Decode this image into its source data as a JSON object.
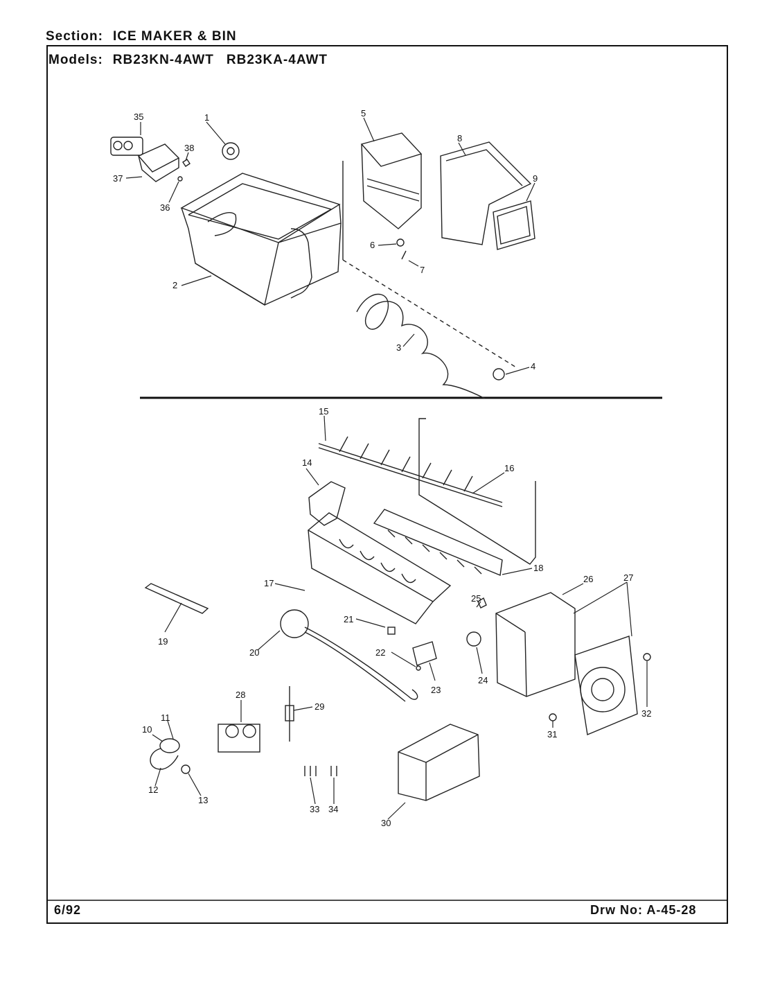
{
  "header": {
    "section_label": "Section:",
    "section_value": "ICE MAKER & BIN",
    "models_label": "Models:",
    "models": [
      "RB23KN-4AWT",
      "RB23KA-4AWT"
    ]
  },
  "footer": {
    "date": "6/92",
    "drawing_label": "Drw No:",
    "drawing_number": "A-45-28"
  },
  "callouts": [
    "1",
    "2",
    "3",
    "4",
    "5",
    "6",
    "7",
    "8",
    "9",
    "10",
    "11",
    "12",
    "13",
    "14",
    "15",
    "16",
    "17",
    "18",
    "19",
    "20",
    "21",
    "22",
    "23",
    "24",
    "25",
    "26",
    "27",
    "28",
    "29",
    "30",
    "31",
    "32",
    "33",
    "34",
    "35",
    "36",
    "37",
    "38"
  ]
}
